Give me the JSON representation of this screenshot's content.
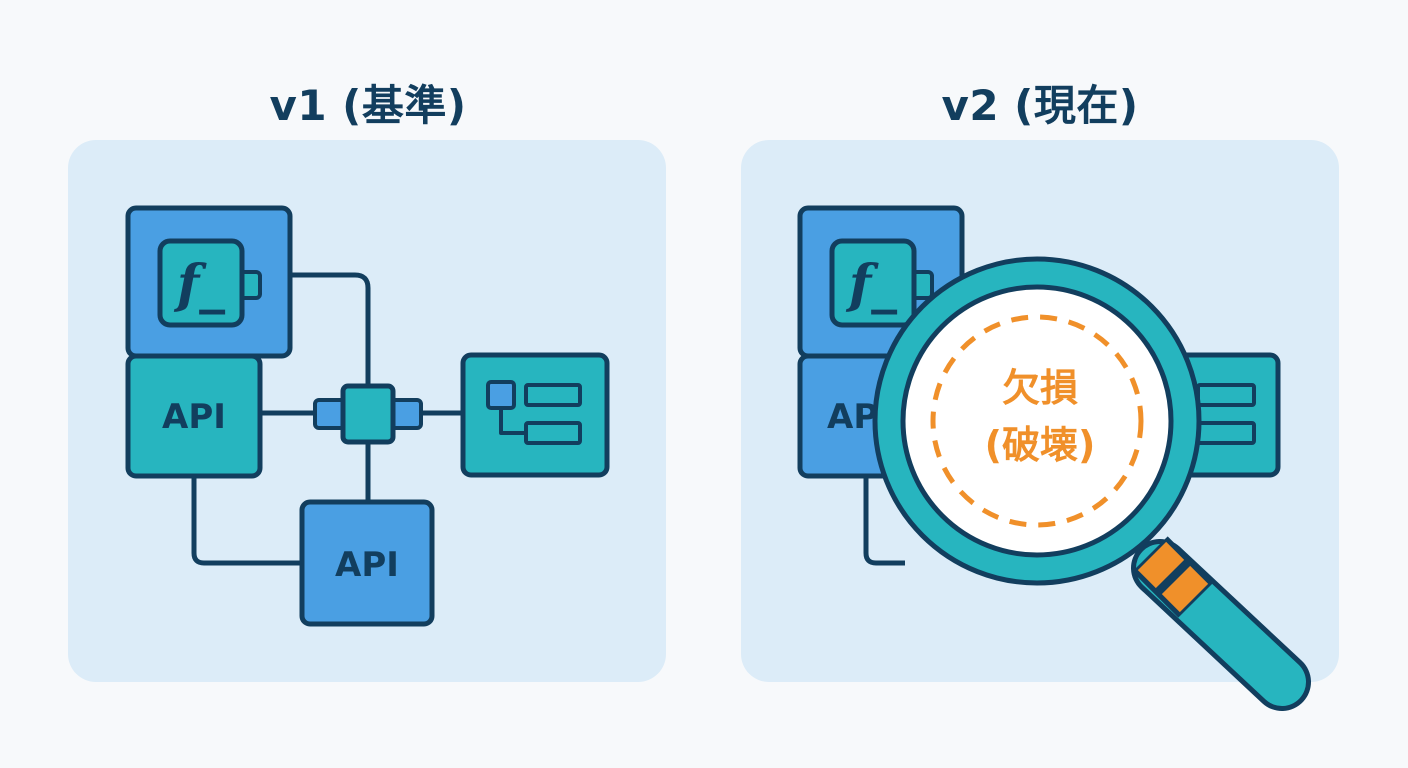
{
  "left_panel": {
    "title": "v1 (基準)",
    "function_symbol": "f_",
    "api_label_1": "API",
    "api_label_2": "API"
  },
  "right_panel": {
    "title": "v2 (現在)",
    "function_symbol": "f_",
    "api_label_partial": "AP",
    "lens_line_1": "欠損",
    "lens_line_2": "(破壊)"
  },
  "colors": {
    "stroke": "#123e5e",
    "blue_box": "#4a9fe3",
    "teal_box": "#27b5bf",
    "panel_bg": "#dcecf8",
    "accent_orange": "#f0902a"
  }
}
